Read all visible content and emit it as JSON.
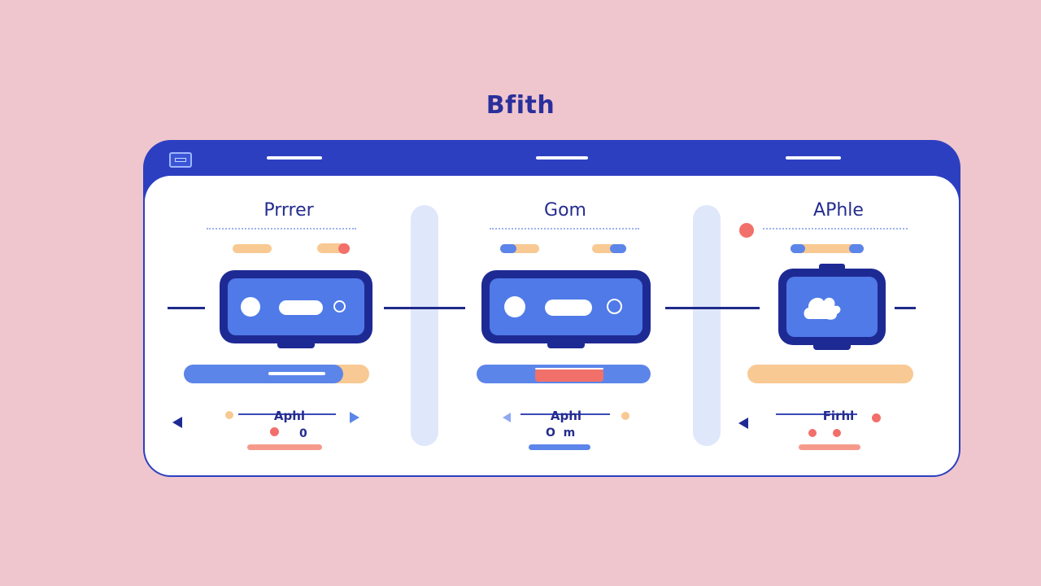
{
  "page": {
    "title": "Bfith"
  },
  "colors": {
    "background": "#efc6cd",
    "window_frame": "#2d3fc1",
    "accent_blue": "#4f7ae8",
    "navy": "#1e2a94",
    "peach": "#f8c993",
    "coral": "#f2706a",
    "light_blue": "#dfe7fb"
  },
  "panels": [
    {
      "title": "Prrrer",
      "footer_label": "Aphl",
      "footer_value": "0",
      "device_icon": "toggle-icon"
    },
    {
      "title": "Gom",
      "footer_label": "Aphl",
      "footer_value": "O  m",
      "device_icon": "toggle-icon"
    },
    {
      "title": "APhle",
      "footer_label": "Firhl",
      "footer_value": "",
      "device_icon": "cloud-icon"
    }
  ]
}
